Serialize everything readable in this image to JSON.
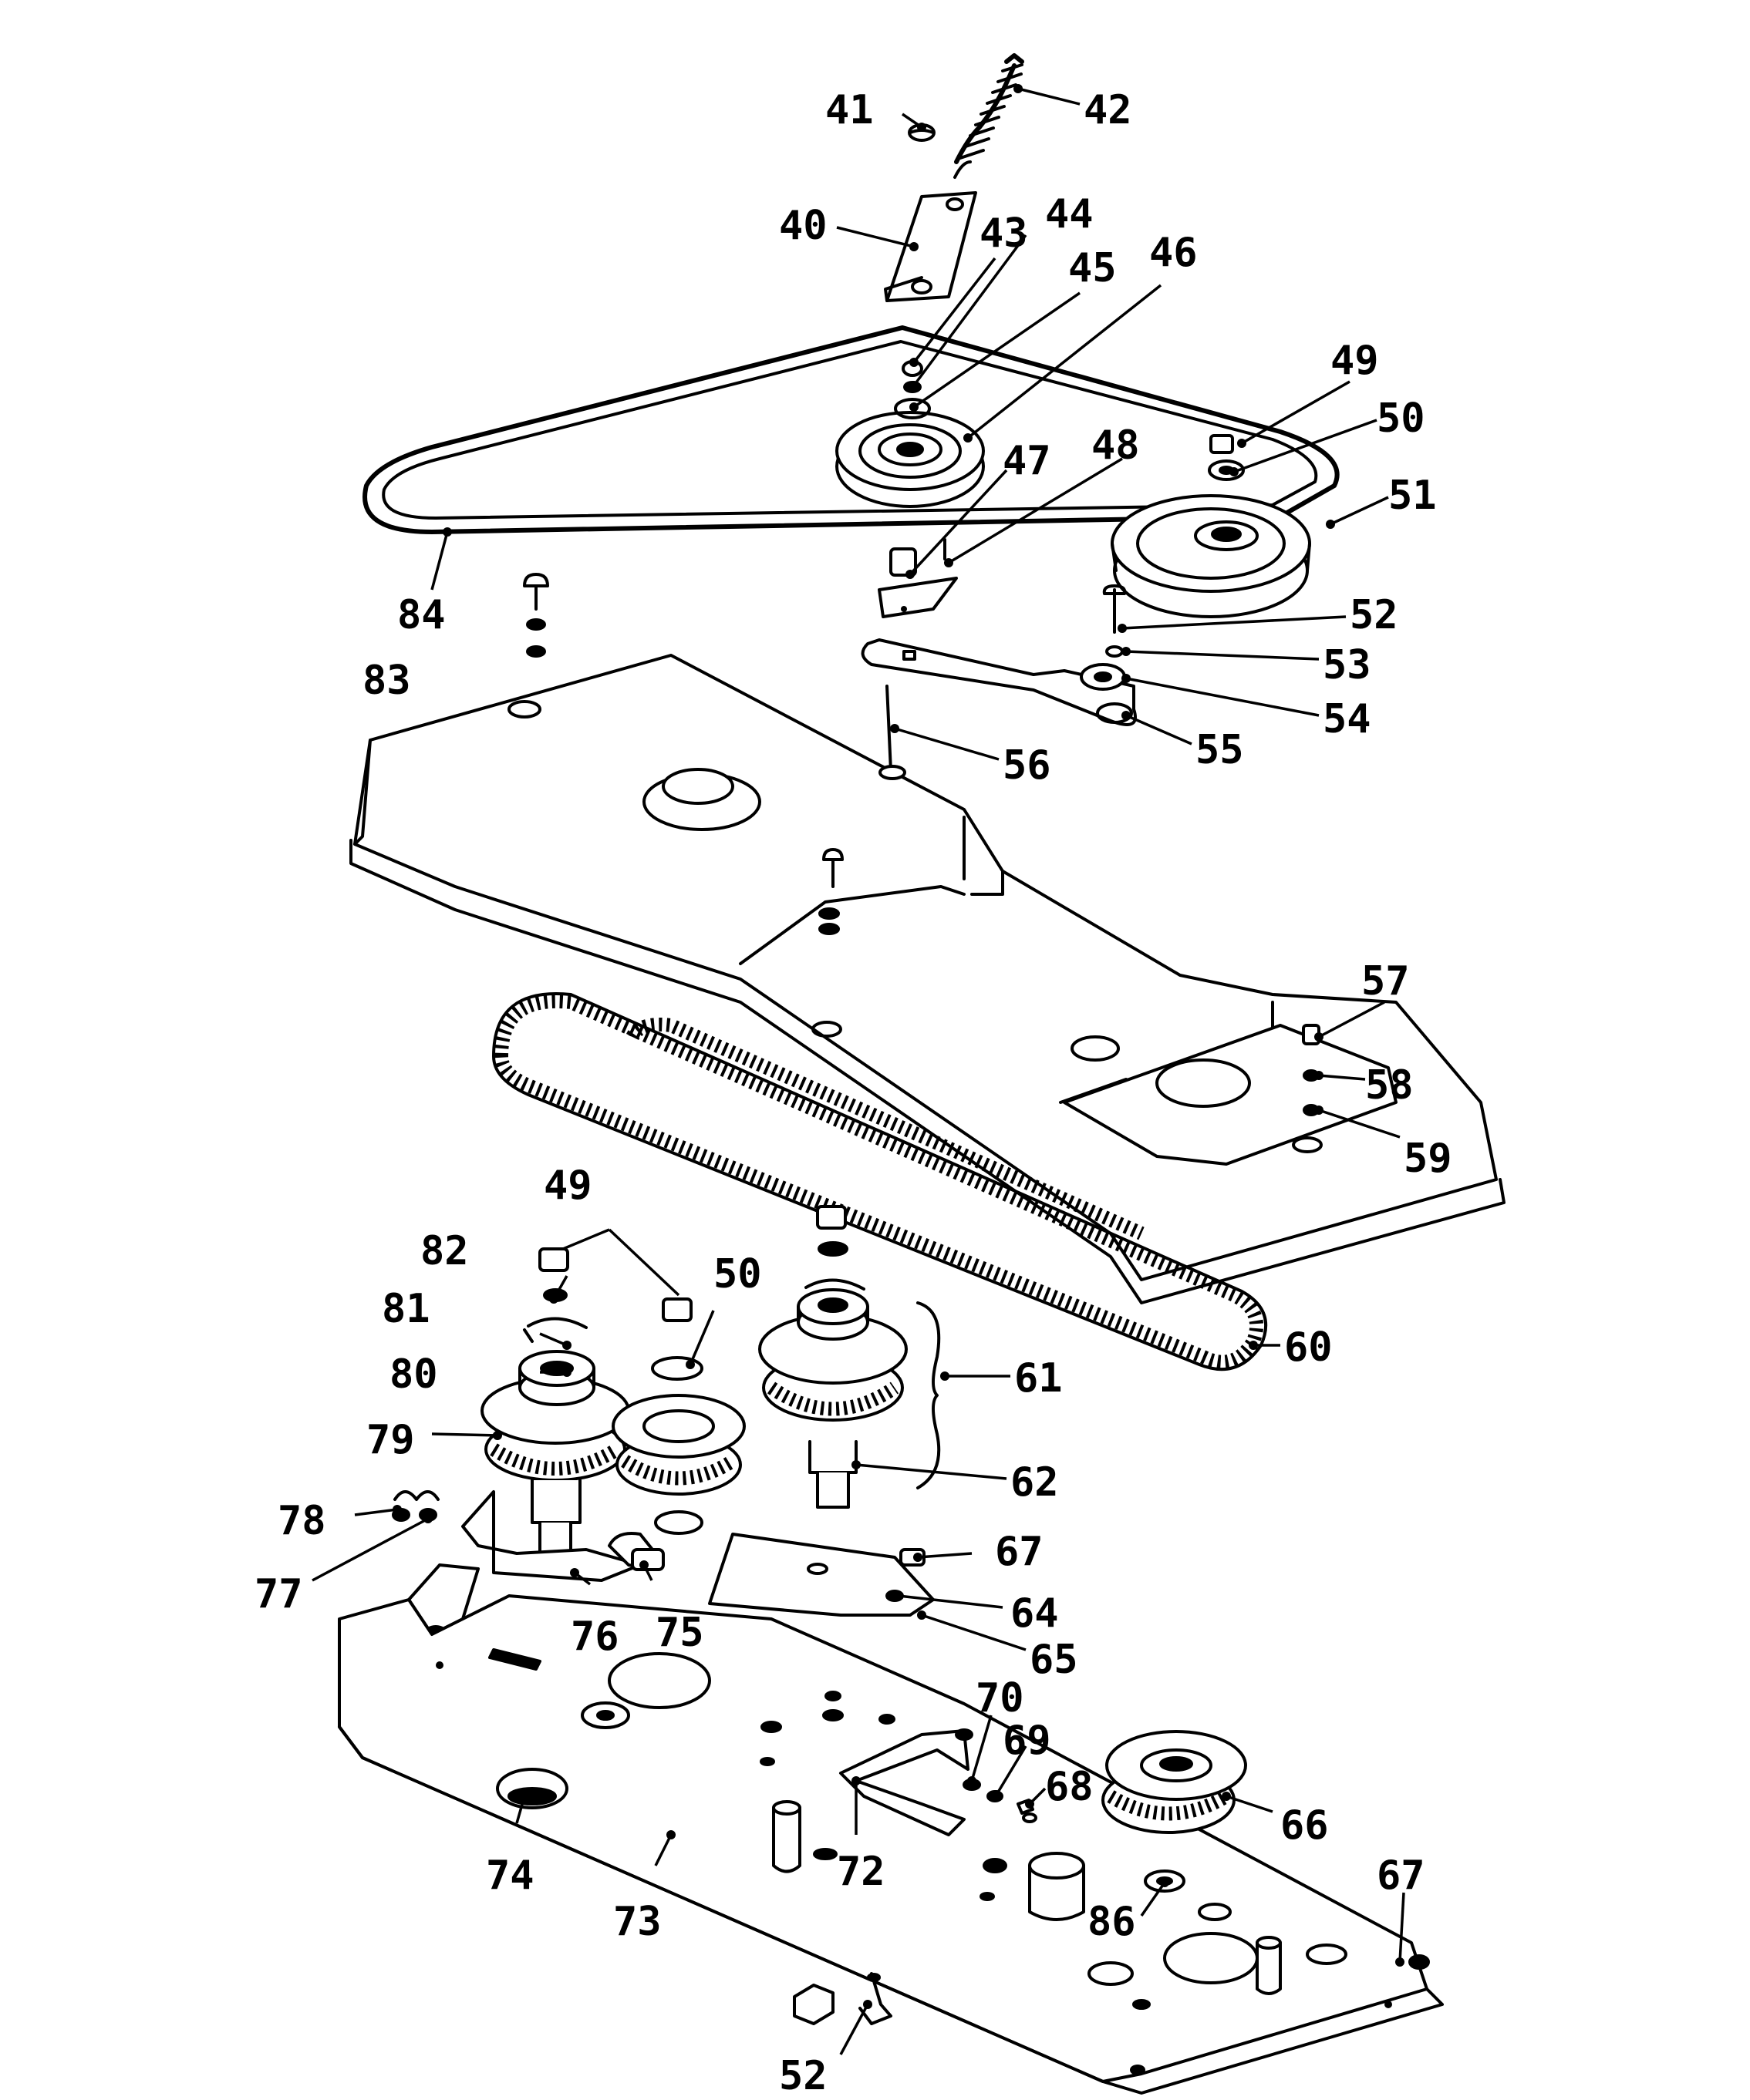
{
  "callouts": [
    {
      "id": "c41",
      "label": "41"
    },
    {
      "id": "c42",
      "label": "42"
    },
    {
      "id": "c40",
      "label": "40"
    },
    {
      "id": "c43",
      "label": "43"
    },
    {
      "id": "c44",
      "label": "44"
    },
    {
      "id": "c45",
      "label": "45"
    },
    {
      "id": "c46",
      "label": "46"
    },
    {
      "id": "c49a",
      "label": "49"
    },
    {
      "id": "c50a",
      "label": "50"
    },
    {
      "id": "c51",
      "label": "51"
    },
    {
      "id": "c47",
      "label": "47"
    },
    {
      "id": "c48",
      "label": "48"
    },
    {
      "id": "c84",
      "label": "84"
    },
    {
      "id": "c52a",
      "label": "52"
    },
    {
      "id": "c53",
      "label": "53"
    },
    {
      "id": "c83",
      "label": "83"
    },
    {
      "id": "c54",
      "label": "54"
    },
    {
      "id": "c56",
      "label": "56"
    },
    {
      "id": "c55",
      "label": "55"
    },
    {
      "id": "c57",
      "label": "57"
    },
    {
      "id": "c58",
      "label": "58"
    },
    {
      "id": "c59",
      "label": "59"
    },
    {
      "id": "c49b",
      "label": "49"
    },
    {
      "id": "c82",
      "label": "82"
    },
    {
      "id": "c50b",
      "label": "50"
    },
    {
      "id": "c81",
      "label": "81"
    },
    {
      "id": "c60",
      "label": "60"
    },
    {
      "id": "c80",
      "label": "80"
    },
    {
      "id": "c61",
      "label": "61"
    },
    {
      "id": "c79",
      "label": "79"
    },
    {
      "id": "c62",
      "label": "62"
    },
    {
      "id": "c78",
      "label": "78"
    },
    {
      "id": "c67a",
      "label": "67"
    },
    {
      "id": "c77",
      "label": "77"
    },
    {
      "id": "c64",
      "label": "64"
    },
    {
      "id": "c76",
      "label": "76"
    },
    {
      "id": "c75",
      "label": "75"
    },
    {
      "id": "c65",
      "label": "65"
    },
    {
      "id": "c70",
      "label": "70"
    },
    {
      "id": "c69",
      "label": "69"
    },
    {
      "id": "c68",
      "label": "68"
    },
    {
      "id": "c66",
      "label": "66"
    },
    {
      "id": "c72",
      "label": "72"
    },
    {
      "id": "c74",
      "label": "74"
    },
    {
      "id": "c67b",
      "label": "67"
    },
    {
      "id": "c86",
      "label": "86"
    },
    {
      "id": "c73",
      "label": "73"
    },
    {
      "id": "c52b",
      "label": "52"
    }
  ]
}
